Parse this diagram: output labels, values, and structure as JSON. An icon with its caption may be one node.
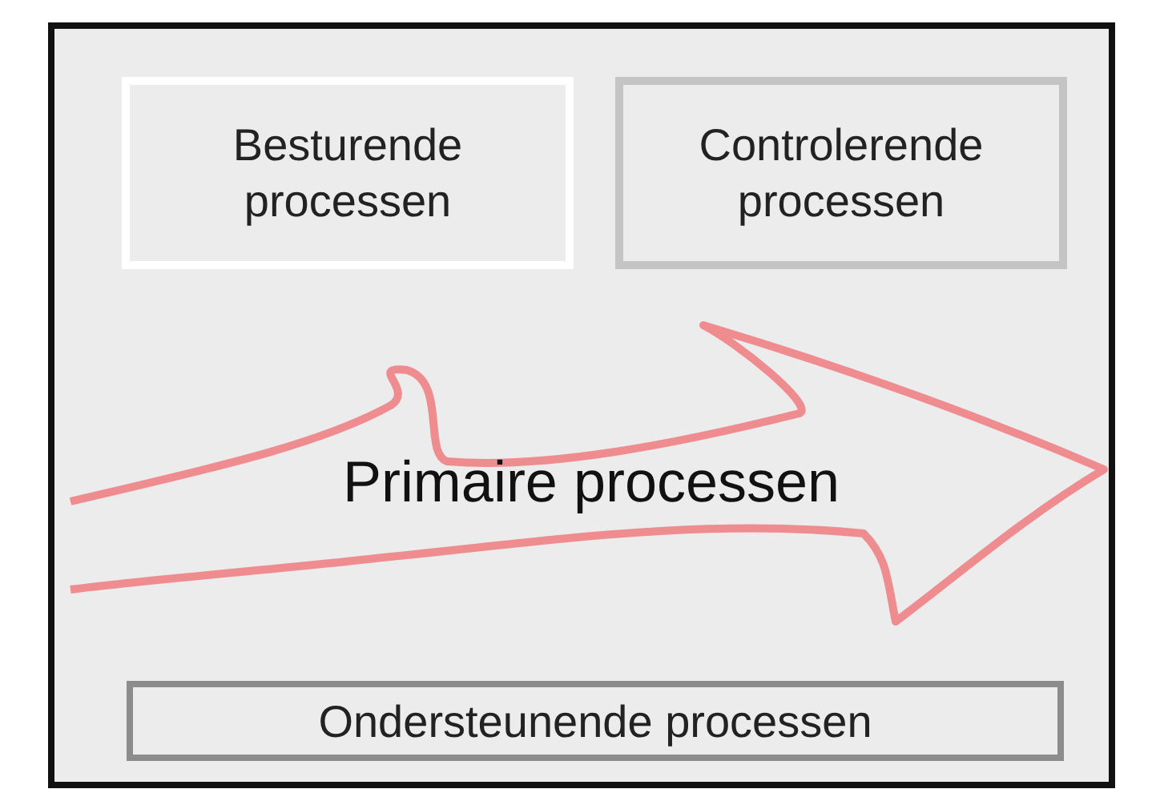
{
  "diagram": {
    "nodes": [
      {
        "text": [],
        "shape": "box"
      },
      {
        "text": [
          "Besturende processen"
        ],
        "in": 0
      },
      {
        "text": [
          "Controlerende processen"
        ],
        "in": 0
      },
      {
        "text": [
          "Primaire processen"
        ],
        "in": 0
      },
      {
        "text": [
          "Ondersteunende processen"
        ],
        "in": 0
      }
    ]
  }
}
